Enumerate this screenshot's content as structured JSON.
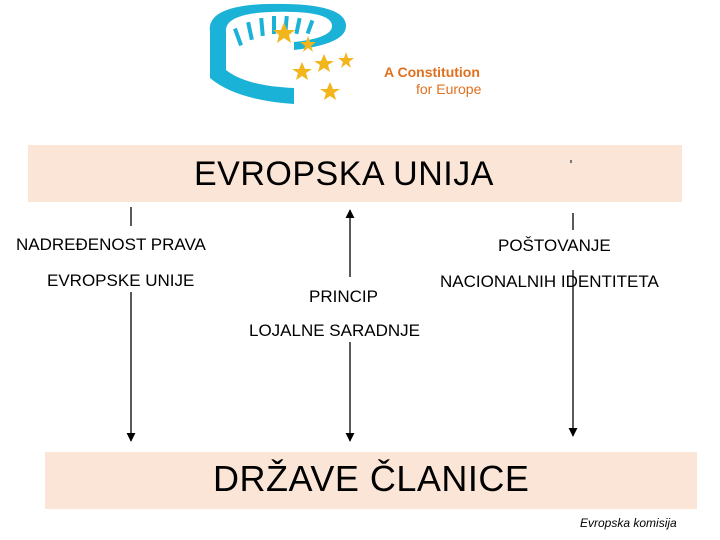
{
  "logo": {
    "line1": "A Constitution",
    "line2": "for Europe",
    "icon": "eu-parliament-hemicycle-with-stars",
    "colors": {
      "blue": "#1ab2d6",
      "star": "#f2b51b",
      "text": "#e0701e"
    }
  },
  "top_box": {
    "title": "EVROPSKA UNIJA",
    "fill": "#fbe5d6"
  },
  "labels": {
    "left_1": "NADREĐENOST PRAVA",
    "left_2": "EVROPSKE UNIJE",
    "center_1": "PRINCIP",
    "center_2": "LOJALNE SARADNJE",
    "right_1": "POŠTOVANJE",
    "right_2": "NACIONALNIH IDENTITETA"
  },
  "bottom_box": {
    "title": "DRŽAVE ČLANICE",
    "fill": "#fbe5d6"
  },
  "footer": {
    "credit": "Evropska komisija"
  },
  "arrows": [
    {
      "from": "EVROPSKA UNIJA",
      "to": "DRŽAVE ČLANICE",
      "direction": "down",
      "via": "NADREĐENOST PRAVA EVROPSKE UNIJE"
    },
    {
      "between": [
        "EVROPSKA UNIJA",
        "DRŽAVE ČLANICE"
      ],
      "direction": "both",
      "via": "PRINCIP LOJALNE SARADNJE"
    },
    {
      "from": "EVROPSKA UNIJA",
      "to": "DRŽAVE ČLANICE",
      "direction": "down",
      "via": "POŠTOVANJE NACIONALNIH IDENTITETA"
    }
  ]
}
